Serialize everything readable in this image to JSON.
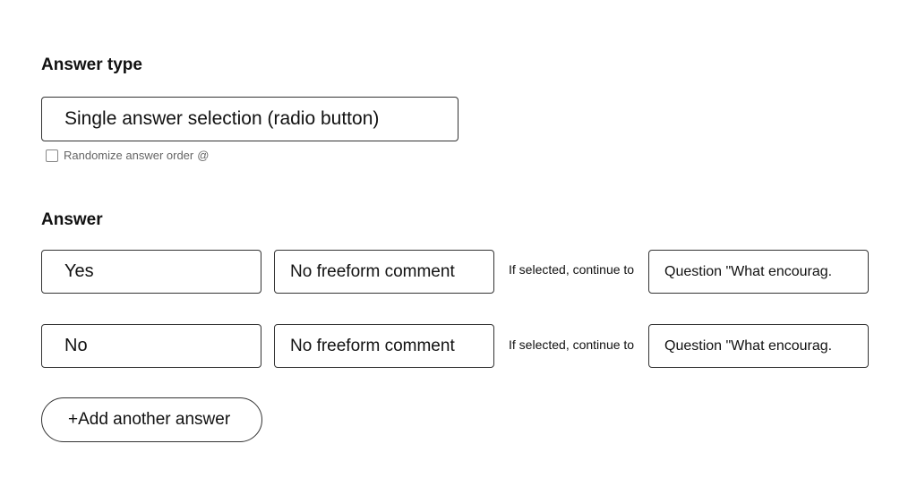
{
  "answer_type": {
    "title": "Answer type",
    "selected": "Single answer selection (radio button)",
    "randomize_label": "Randomize answer order",
    "help_glyph": "@"
  },
  "answers_section": {
    "title": "Answer",
    "continue_label": "If selected, continue to",
    "rows": [
      {
        "answer": "Yes",
        "comment": "No freeform comment",
        "continue_to": "Question \"What encourag."
      },
      {
        "answer": "No",
        "comment": "No freeform comment",
        "continue_to": "Question \"What encourag."
      }
    ],
    "add_label": "+Add another answer"
  }
}
